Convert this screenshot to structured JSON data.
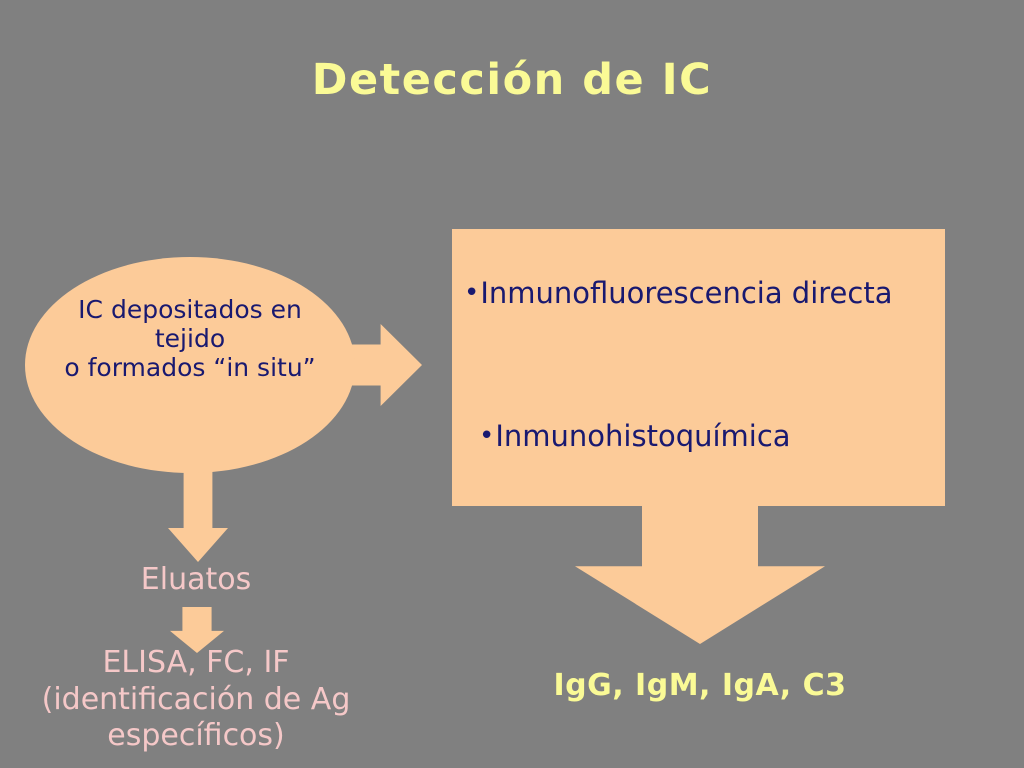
{
  "slide": {
    "title": "Detección de IC",
    "background_color": "#808080",
    "shape_fill_color": "#FCCB99",
    "shape_text_color": "#191970",
    "title_color": "#FAFA96",
    "caption_pink_color": "#F5C8C8",
    "result_yellow_color": "#FAFA96"
  },
  "source_node": {
    "text": "IC depositados en tejido\no formados “in situ”"
  },
  "methods_box": {
    "bullets": [
      {
        "marker": "•",
        "label": "Inmunofluorescencia directa"
      },
      {
        "marker": "•",
        "label": "Inmunohistoquímica"
      }
    ]
  },
  "left_branch": {
    "step_label": "Eluatos",
    "result_label": "ELISA, FC, IF\n(identificación de Ag\nespecíficos)"
  },
  "right_branch": {
    "result_label": "IgG, IgM, IgA, C3"
  },
  "connectors": {
    "ellipse_to_box": "right-arrow",
    "box_to_ig": "down-arrow",
    "ellipse_to_eluatos": "down-arrow",
    "eluatos_to_elisa": "down-arrow"
  }
}
